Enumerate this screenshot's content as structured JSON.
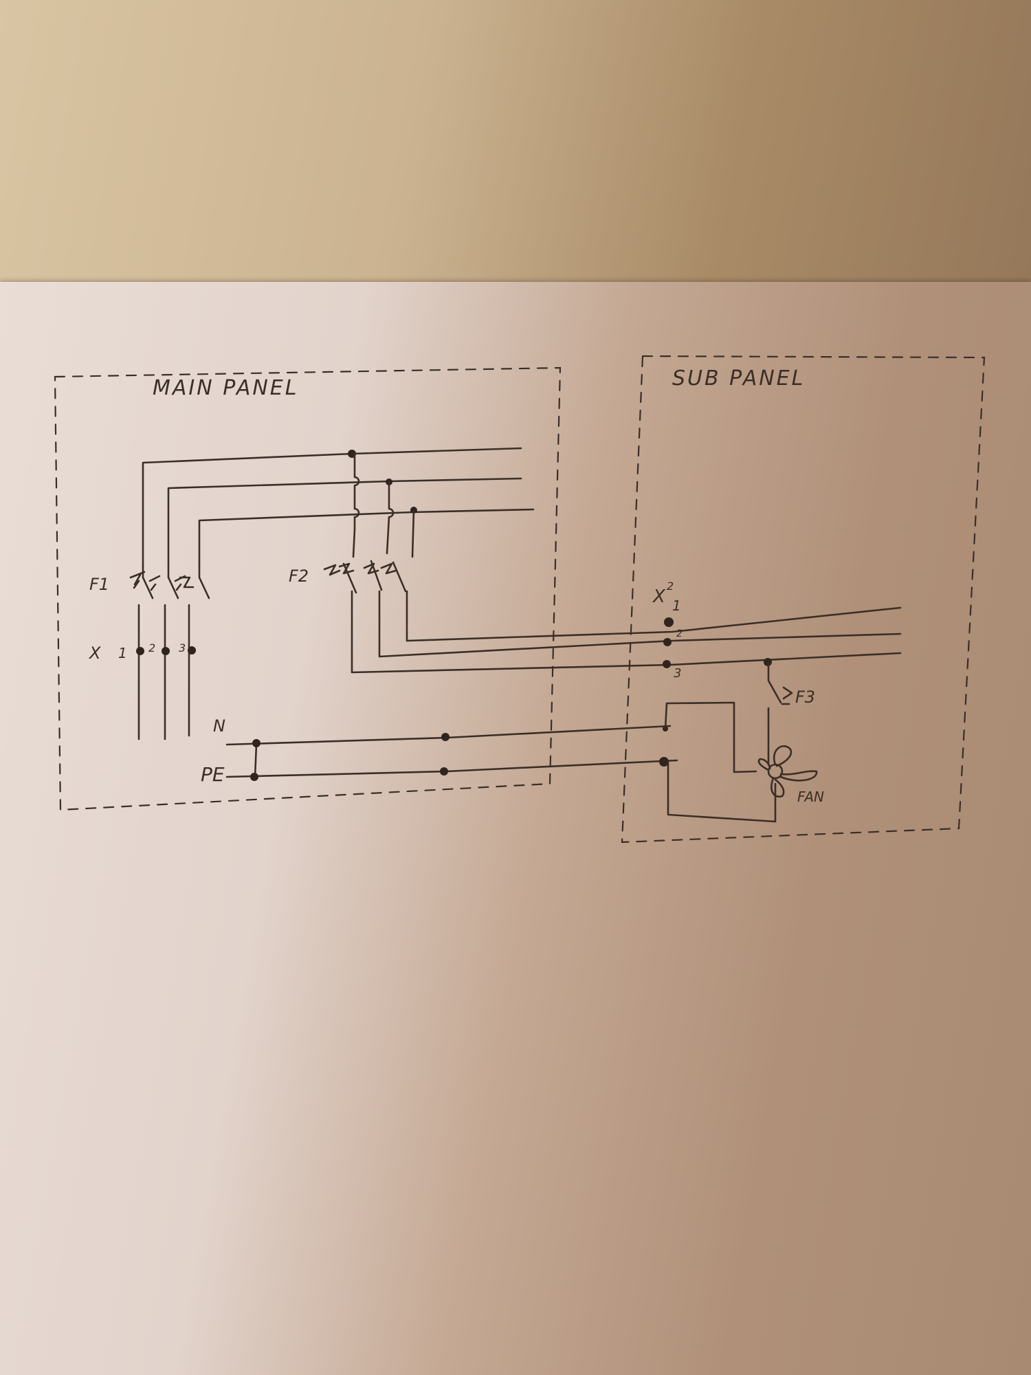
{
  "panels": {
    "main_title": "MAIN PANEL",
    "sub_title": "SUB PANEL"
  },
  "breakers": {
    "f1": "F1",
    "f2": "F2",
    "f3": "F3"
  },
  "terminals": {
    "x_main": "X",
    "x_main_1": "1",
    "x_main_2": "2",
    "x_main_3": "3",
    "x_sub": "X",
    "x_sub_sup": "2",
    "x_sub_1": "1",
    "x_sub_2": "2",
    "x_sub_3": "3"
  },
  "conductors": {
    "neutral": "N",
    "earth": "PE"
  },
  "loads": {
    "fan": "FAN"
  }
}
